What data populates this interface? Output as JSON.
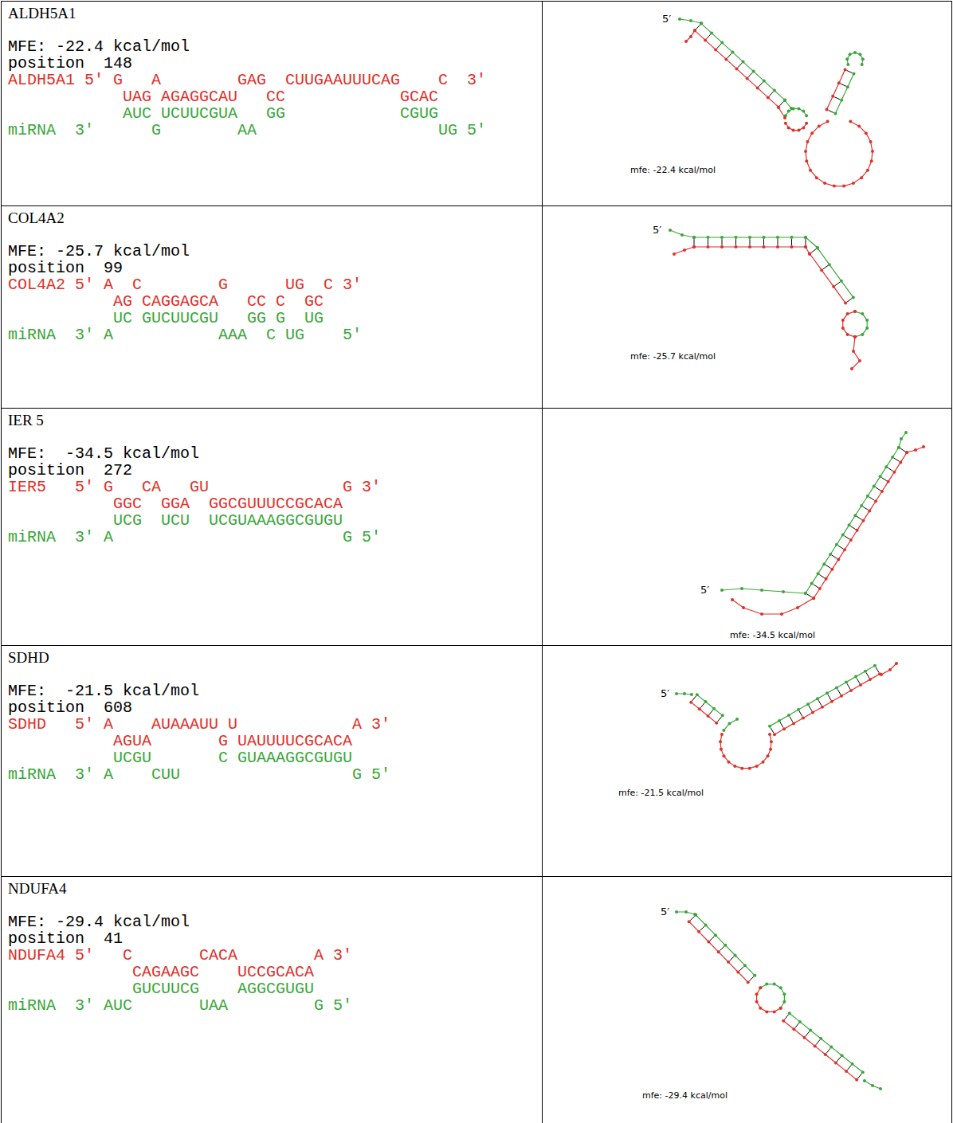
{
  "diagram": {
    "nodes": [
      {
        "text": [
          "ALDH5A1",
          "MFE: -22.4 kcal/mol",
          "position  148",
          "ALDH5A1 5' G   A        GAG  CUUGAAUUUCAG    C  3'",
          "            UAG AGAGGCAU   CC            GCAC",
          "            AUC UCUUCGUA   GG            CGUG",
          "miRNA  3'      G        AA                   UG 5'"
        ]
      },
      {
        "text": [
          "5′",
          "mfe: -22.4 kcal/mol"
        ]
      },
      {
        "text": [
          "COL4A2",
          "MFE: -25.7 kcal/mol",
          "position  99",
          "COL4A2 5' A  C        G      UG  C 3'",
          "           AG CAGGAGCA   CC C  GC",
          "           UC GUCUUCGU   GG G  UG",
          "miRNA  3' A           AAA  C UG    5'"
        ]
      },
      {
        "text": [
          "5′",
          "mfe: -25.7 kcal/mol"
        ]
      },
      {
        "text": [
          "IER 5",
          "MFE:  -34.5 kcal/mol",
          "position  272",
          "IER5   5' G   CA   GU              G 3'",
          "           GGC  GGA  GGCGUUUCCGCACA",
          "           UCG  UCU  UCGUAAAGGCGUGU",
          "miRNA  3' A                        G 5'"
        ]
      },
      {
        "text": [
          "5′",
          "mfe: -34.5 kcal/mol"
        ]
      },
      {
        "text": [
          "SDHD",
          "MFE:  -21.5 kcal/mol",
          "position  608",
          "SDHD   5' A    AUAAAUU U            A 3'",
          "           AGUA       G UAUUUUCGCACA",
          "           UCGU       C GUAAAGGCGUGU",
          "miRNA  3' A    CUU                  G 5'"
        ]
      },
      {
        "text": [
          "5′",
          "mfe: -21.5 kcal/mol"
        ]
      },
      {
        "text": [
          "NDUFA4",
          "MFE: -29.4 kcal/mol",
          "position  41",
          "NDUFA4 5'   C       CACA        A 3'",
          "             CAGAAGC    UCCGCACA",
          "             GUCUUCG    AGGCGUGU",
          "miRNA  3' AUC       UAA         G 5'"
        ]
      },
      {
        "text": [
          "5′",
          "mfe: -29.4 kcal/mol"
        ]
      }
    ]
  }
}
